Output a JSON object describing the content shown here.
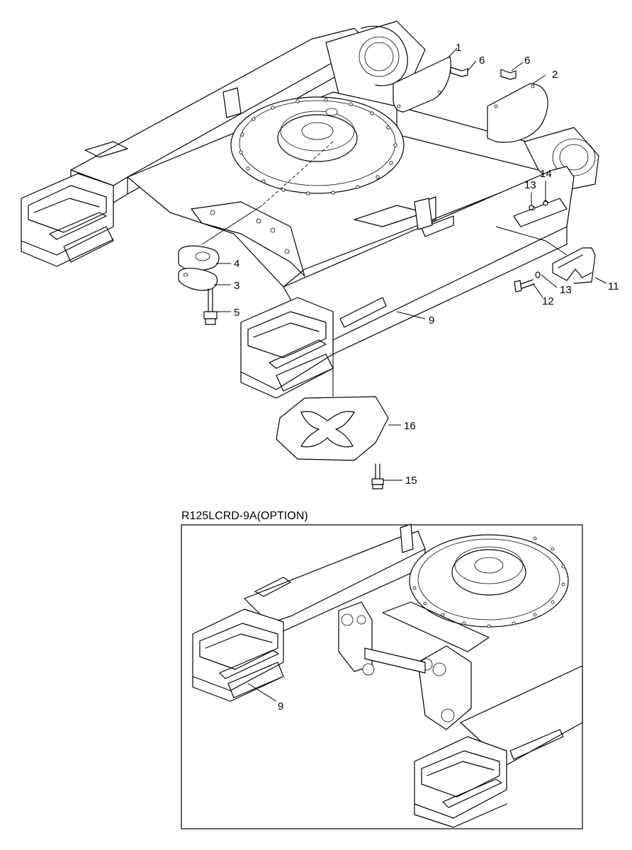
{
  "callouts": {
    "c1": "1",
    "c2": "2",
    "c3": "3",
    "c4": "4",
    "c5": "5",
    "c6a": "6",
    "c6b": "6",
    "c9a": "9",
    "c9b": "9",
    "c11": "11",
    "c12": "12",
    "c13a": "13",
    "c13b": "13",
    "c14": "14",
    "c15": "15",
    "c16": "16"
  },
  "option_caption": "R125LCRD-9A(OPTION)"
}
